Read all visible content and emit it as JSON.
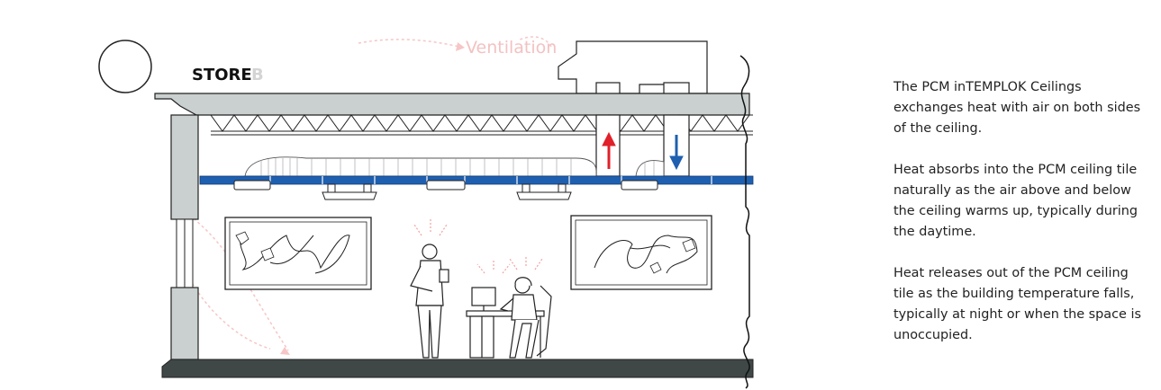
{
  "logo": {
    "text_main": "STORE",
    "text_faded": "B"
  },
  "diagram": {
    "ventilation_label": "Ventilation",
    "colors": {
      "ceiling_tile": "#1f5fb0",
      "arrow_warm": "#e0202a",
      "arrow_cool": "#1f5fb0",
      "floor_slab": "#3f4747",
      "slab_fill": "#c9d0cf",
      "heat_lines": "#f2a0a0"
    },
    "icons": [
      "sun-circle",
      "up-arrow-red",
      "down-arrow-blue",
      "person-standing",
      "person-seated"
    ]
  },
  "description": {
    "paragraphs": [
      "The PCM inTEMPLOK Ceilings exchanges heat with air on both sides of the ceiling.",
      "Heat absorbs into the PCM ceiling tile naturally as the air above and below the ceiling warms up, typically during the daytime.",
      "Heat releases out of the PCM ceiling tile as the building temperature falls, typically at night or when the space is unoccupied."
    ]
  }
}
